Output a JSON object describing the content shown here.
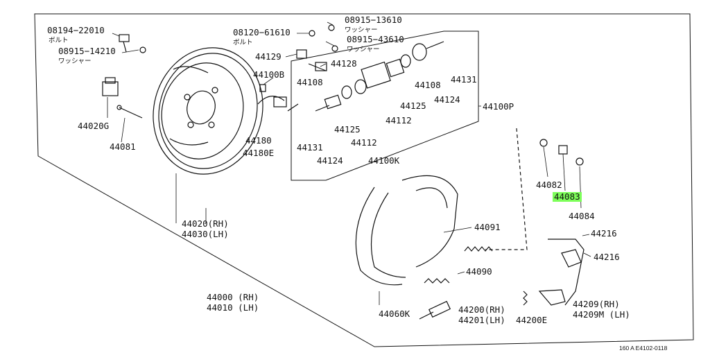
{
  "diagram": {
    "figure_id": "160 A E4102-0118",
    "highlight_color": "#7dff5a",
    "labels": {
      "p08194": "08194−22010",
      "bolt1": "ボルト",
      "p08915_14210": "08915−14210",
      "washer1": "ワッシャー",
      "p44020G": "44020G",
      "p44081": "44081",
      "p08120": "08120−61610",
      "bolt2": "ボルト",
      "p08915_13610": "08915−13610",
      "washer2": "ワッシャー",
      "p08915_43610": "08915−43610",
      "washer3": "ワッシャー",
      "p44129": "44129",
      "p44128": "44128",
      "p44100B": "44100B",
      "p44108a": "44108",
      "p44108b": "44108",
      "p44131a": "44131",
      "p44131b": "44131",
      "p44125a": "44125",
      "p44125b": "44125",
      "p44124a": "44124",
      "p44124b": "44124",
      "p44112a": "44112",
      "p44112b": "44112",
      "p44100P": "44100P",
      "p44180": "44180",
      "p44180E": "44180E",
      "p44100K": "44100K",
      "p44082": "44082",
      "p44083": "44083",
      "p44084": "44084",
      "p44020": "44020(RH)",
      "p44030": "44030(LH)",
      "p44091": "44091",
      "p44090": "44090",
      "p44216a": "44216",
      "p44216b": "44216",
      "p44000": "44000 (RH)",
      "p44010": "44010 (LH)",
      "p44060K": "44060K",
      "p44200": "44200(RH)",
      "p44201": "44201(LH)",
      "p44200E": "44200E",
      "p44209": "44209(RH)",
      "p44209M": "44209M (LH)"
    }
  }
}
